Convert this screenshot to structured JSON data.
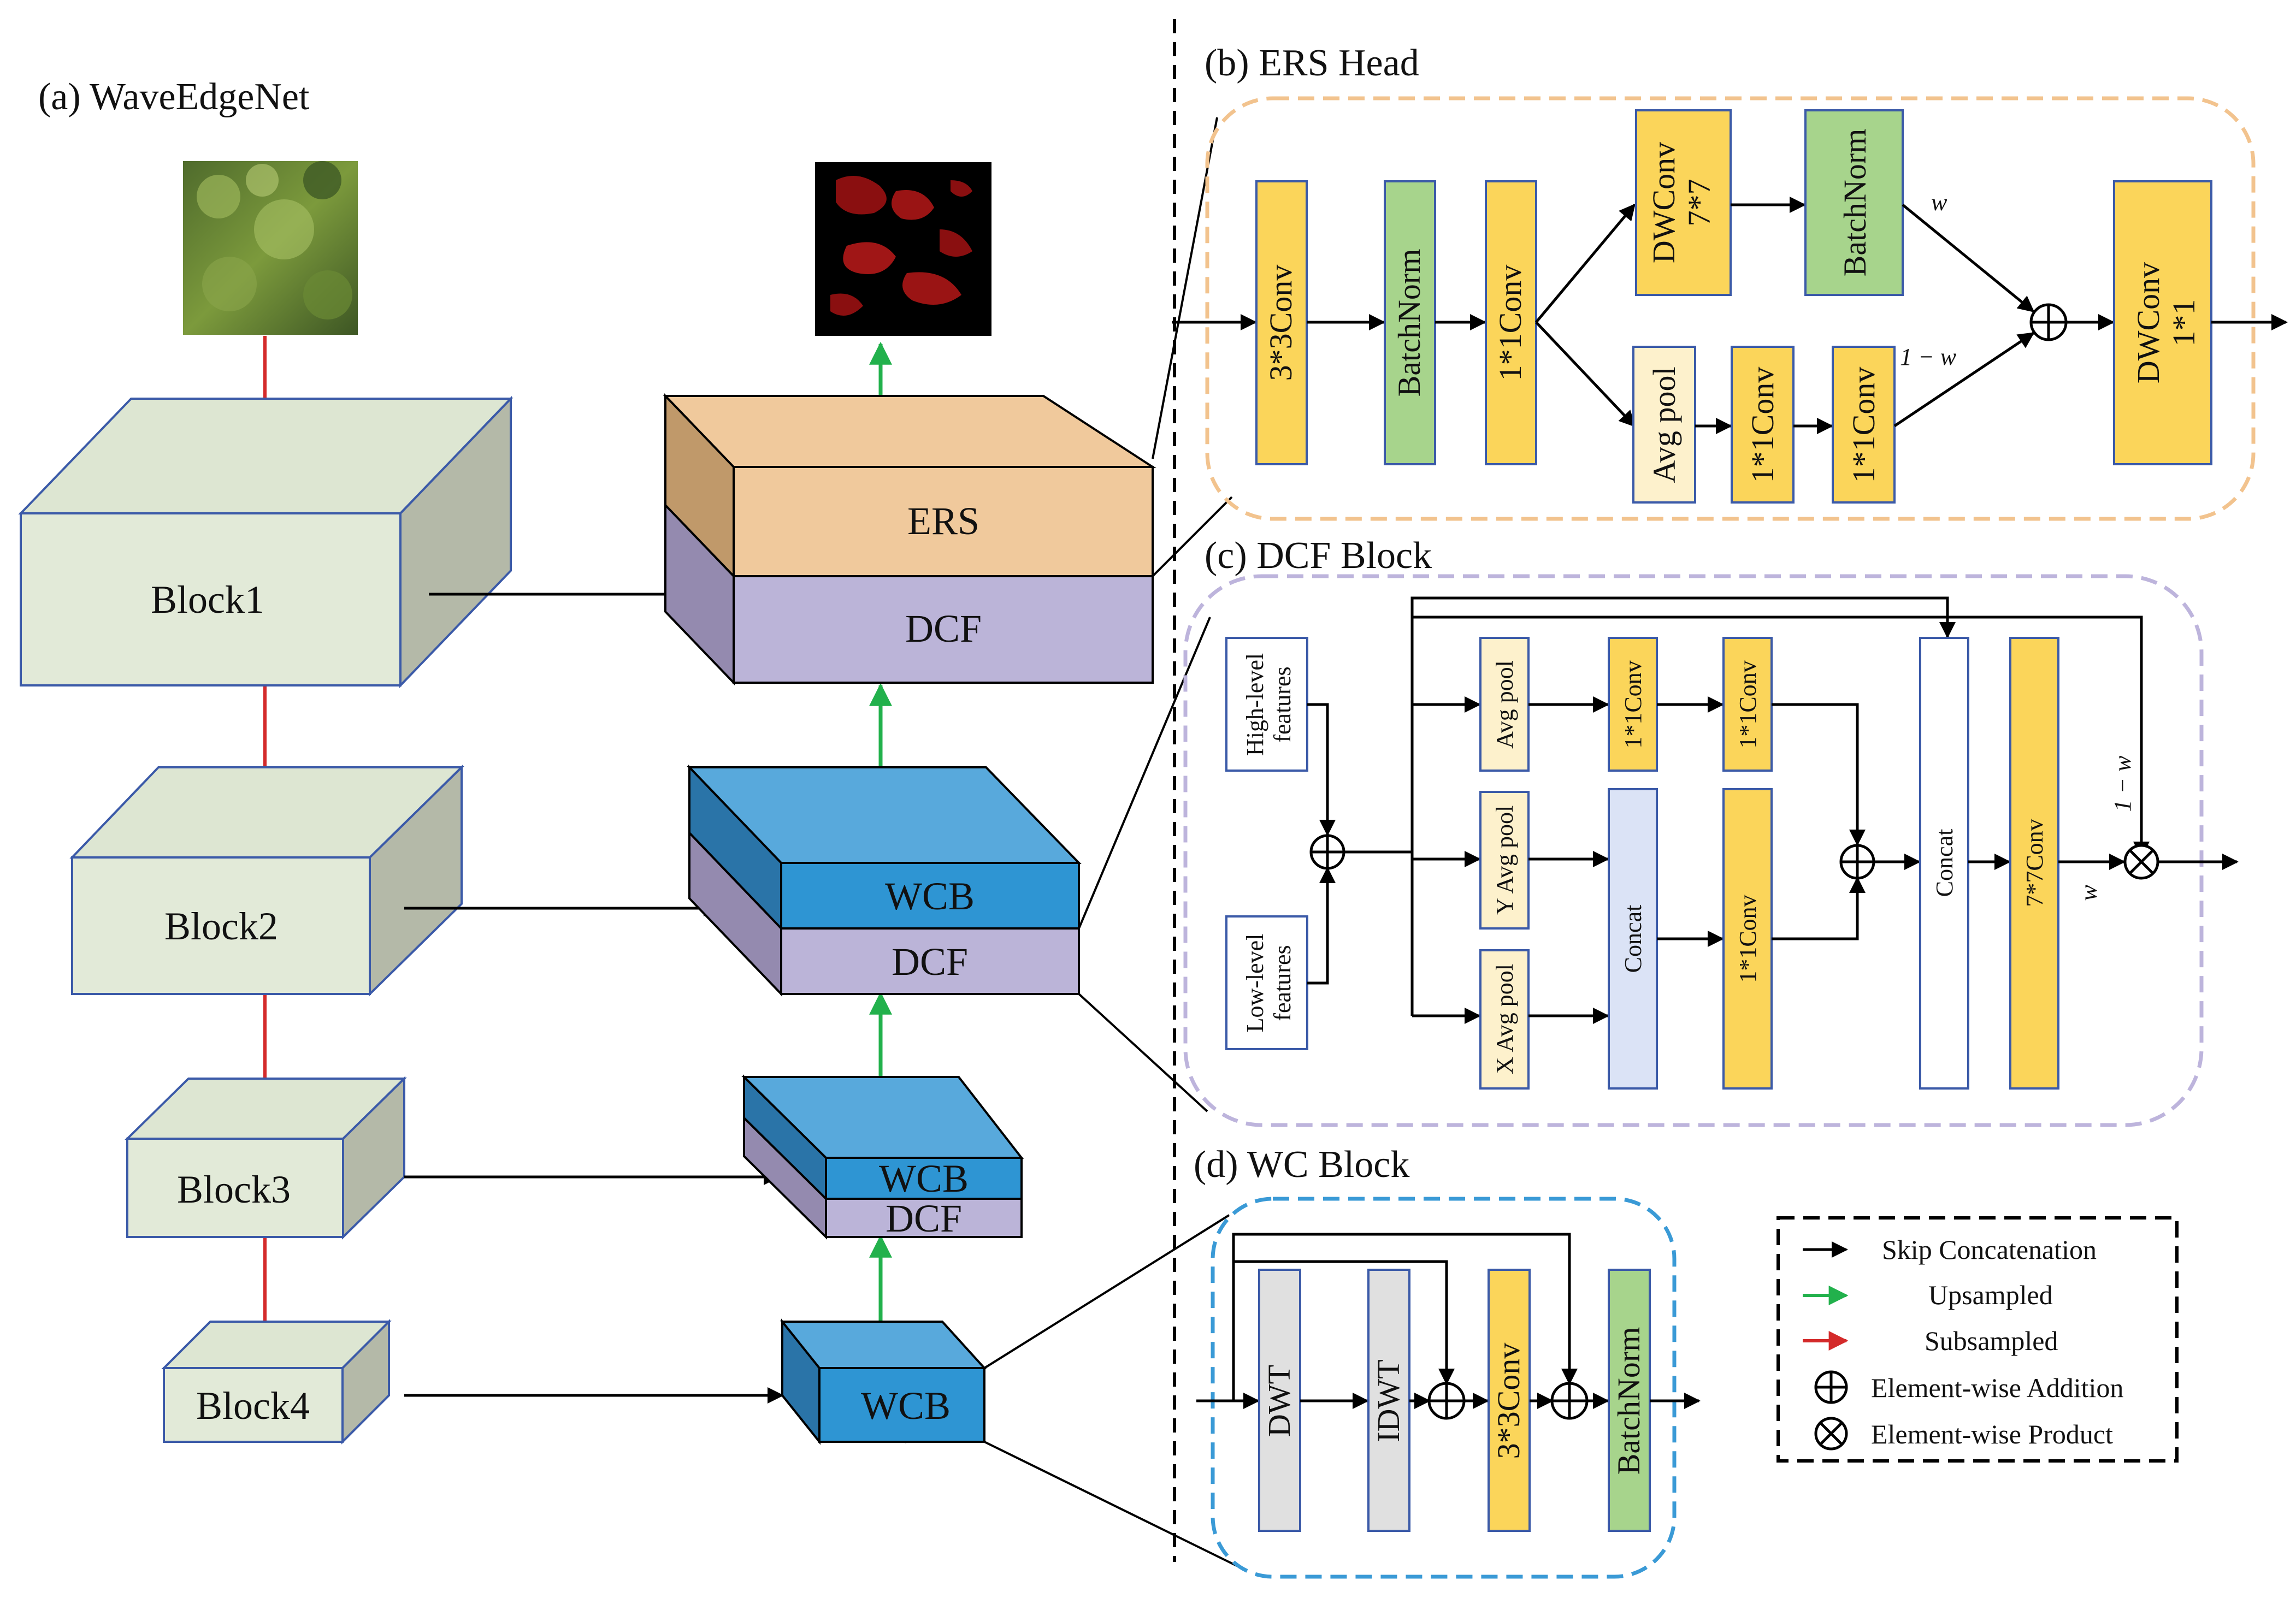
{
  "titles": {
    "a": "(a) WaveEdgeNet",
    "b": "(b) ERS Head",
    "c": "(c) DCF Block",
    "d": "(d) WC Block"
  },
  "encoder": [
    "Block1",
    "Block2",
    "Block3",
    "Block4"
  ],
  "decoder": {
    "ers": "ERS",
    "dcf": "DCF",
    "wcb": "WCB"
  },
  "ers_head": {
    "conv3": "3*3Conv",
    "bn1": "BatchNorm",
    "conv1": "1*1Conv",
    "dw7_line1": "DWConv",
    "dw7_line2": "7*7",
    "bn2": "BatchNorm",
    "avgpool": "Avg pool",
    "conv1b": "1*1Conv",
    "conv1c": "1*1Conv",
    "dw1_line1": "DWConv",
    "dw1_line2": "1*1",
    "w": "w",
    "one_minus_w": "1 − w"
  },
  "dcf_block": {
    "high_line1": "High-level",
    "high_line2": "features",
    "low_line1": "Low-level",
    "low_line2": "features",
    "avgpool": "Avg pool",
    "yavgpool": "Y Avg pool",
    "xavgpool": "X Avg pool",
    "conv1a": "1*1Conv",
    "conv1b": "1*1Conv",
    "concat1": "Concat",
    "conv1c": "1*1Conv",
    "concat2": "Concat",
    "conv7": "7*7Conv",
    "w": "w",
    "one_minus_w": "1 − w"
  },
  "wc_block": {
    "dwt": "DWT",
    "idwt": "IDWT",
    "conv3": "3*3Conv",
    "bn": "BatchNorm"
  },
  "legend": {
    "skip": "Skip Concatenation",
    "up": "Upsampled",
    "sub": "Subsampled",
    "add": "Element-wise Addition",
    "prod": "Element-wise Product"
  },
  "colors": {
    "encoder_front": "#e2ead8",
    "encoder_top": "#dde6d2",
    "encoder_side": "#b4b9a8",
    "encoder_border": "#3b5aa8",
    "ers": "#f0c99c",
    "ers_dark": "#c0996a",
    "dcf": "#bbb4d8",
    "dcf_dark": "#948aaf",
    "wcb": "#2e95d3",
    "wcb_top": "#58a9dc",
    "wcb_side": "#2a74a8",
    "yellow": "#fbd55a",
    "green": "#a7d48c",
    "pale": "#fdf1cc",
    "blue_pale": "#dbe3f6",
    "grey": "#e0e0e0",
    "red_arrow": "#d42a2a",
    "green_arrow": "#22b14c",
    "ers_frame": "#f2c38e",
    "dcf_frame": "#bdb4dc",
    "wc_frame": "#3a9ad6"
  }
}
